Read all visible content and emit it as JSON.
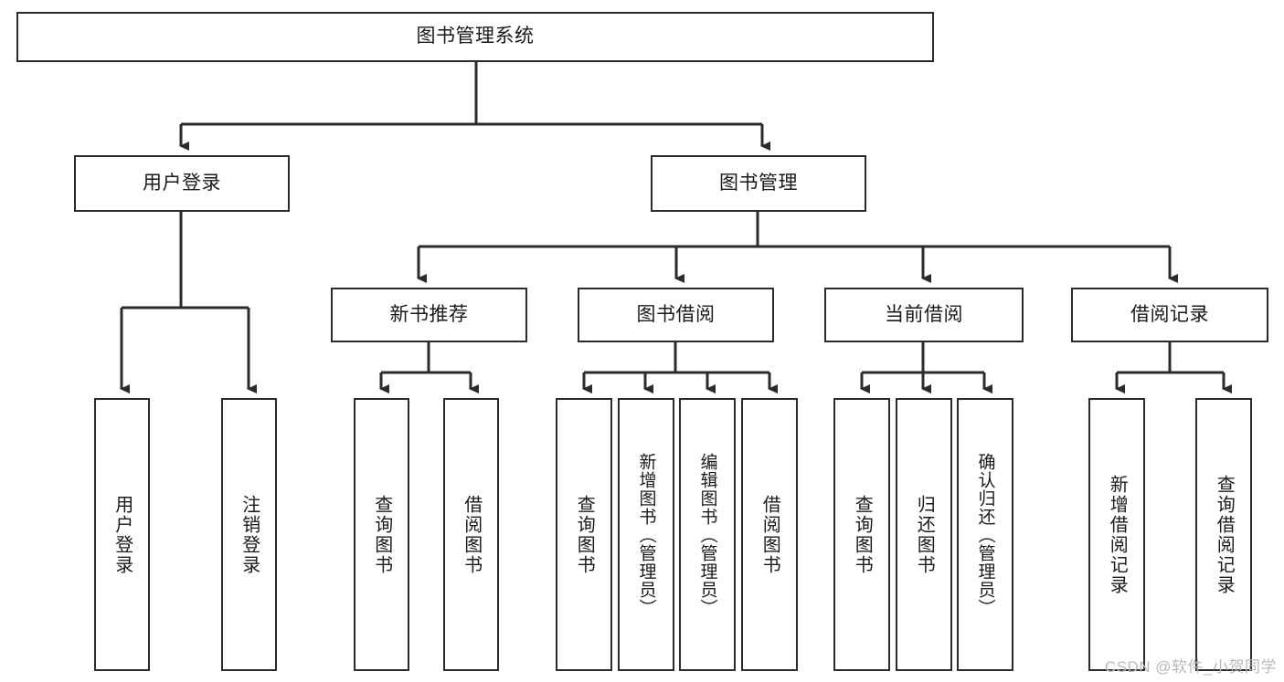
{
  "diagram": {
    "title": "图书管理系统",
    "type": "tree",
    "root": {
      "id": "root",
      "label": "图书管理系统"
    },
    "level2": [
      {
        "id": "user-login",
        "label": "用户登录"
      },
      {
        "id": "book-manage",
        "label": "图书管理"
      }
    ],
    "level3": [
      {
        "id": "new-book-recommend",
        "label": "新书推荐",
        "parent": "book-manage"
      },
      {
        "id": "book-borrow",
        "label": "图书借阅",
        "parent": "book-manage"
      },
      {
        "id": "current-borrow",
        "label": "当前借阅",
        "parent": "book-manage"
      },
      {
        "id": "borrow-record",
        "label": "借阅记录",
        "parent": "book-manage"
      }
    ],
    "leaves": [
      {
        "id": "leaf-user-login",
        "label": "用户登录",
        "parent": "user-login"
      },
      {
        "id": "leaf-logout-login",
        "label": "注销登录",
        "parent": "user-login"
      },
      {
        "id": "leaf-query-book-1",
        "label": "查询图书",
        "parent": "new-book-recommend"
      },
      {
        "id": "leaf-borrow-book-1",
        "label": "借阅图书",
        "parent": "new-book-recommend"
      },
      {
        "id": "leaf-query-book-2",
        "label": "查询图书",
        "parent": "book-borrow"
      },
      {
        "id": "leaf-add-book-admin",
        "label": "新增图书（管理员）",
        "parent": "book-borrow"
      },
      {
        "id": "leaf-edit-book-admin",
        "label": "编辑图书（管理员）",
        "parent": "book-borrow"
      },
      {
        "id": "leaf-borrow-book-2",
        "label": "借阅图书",
        "parent": "book-borrow"
      },
      {
        "id": "leaf-query-book-3",
        "label": "查询图书",
        "parent": "current-borrow"
      },
      {
        "id": "leaf-return-book",
        "label": "归还图书",
        "parent": "current-borrow"
      },
      {
        "id": "leaf-confirm-return-admin",
        "label": "确认归还（管理员）",
        "parent": "current-borrow"
      },
      {
        "id": "leaf-add-borrow-record",
        "label": "新增借阅记录",
        "parent": "borrow-record"
      },
      {
        "id": "leaf-query-borrow-record",
        "label": "查询借阅记录",
        "parent": "borrow-record"
      }
    ],
    "watermark": "CSDN @软件_小贺同学",
    "colors": {
      "stroke": "#2b2b2b",
      "background": "#ffffff",
      "text": "#1a1a1a",
      "watermark": "#b9b9b9"
    }
  }
}
